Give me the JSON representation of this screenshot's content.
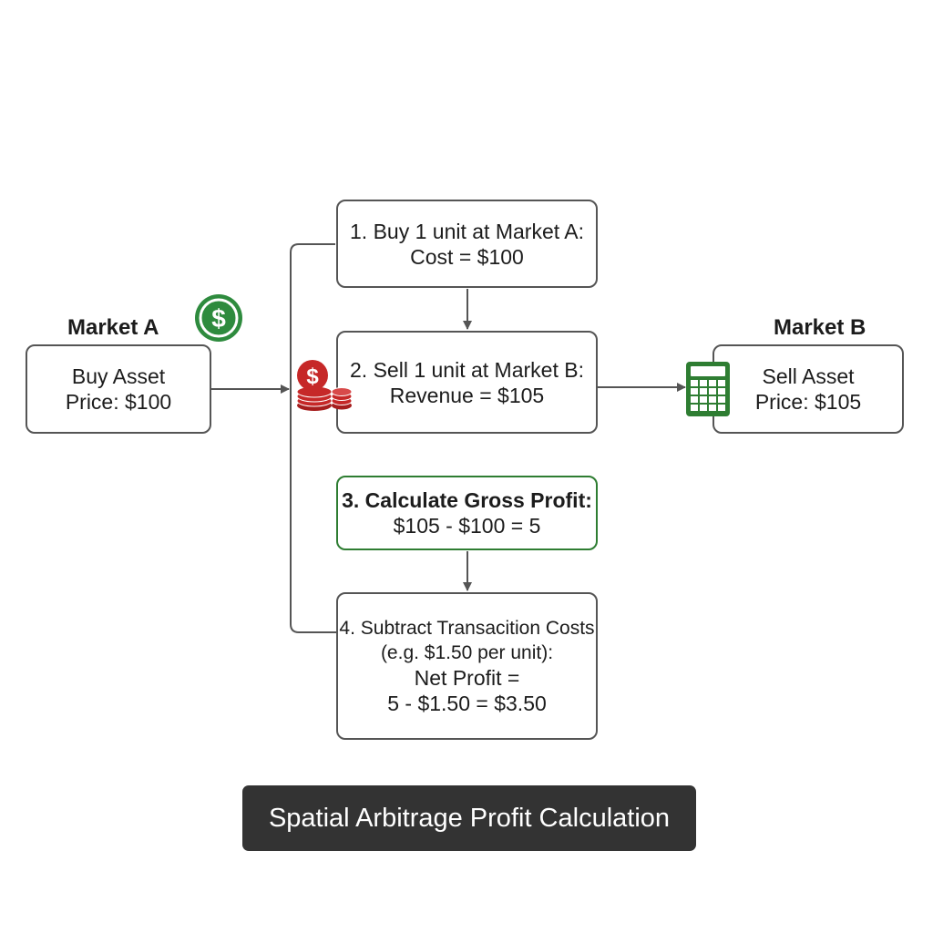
{
  "title": "Spatial Arbitrage Profit Calculation",
  "market_a": {
    "heading": "Market A",
    "line1": "Buy Asset",
    "line2": "Price: $100"
  },
  "market_b": {
    "heading": "Market B",
    "line1": "Sell Asset",
    "line2": "Price: $105"
  },
  "steps": [
    {
      "line1": "1. Buy 1 unit at Market A:",
      "line2": "Cost = $100"
    },
    {
      "line1": "2. Sell 1 unit at Market B:",
      "line2": "Revenue = $105"
    },
    {
      "line1": "3. Calculate Gross Profit:",
      "line2": "$105 - $100 = 5"
    },
    {
      "line1": "4. Subtract Transacition Costs",
      "line2": "(e.g. $1.50 per unit):",
      "line3": "Net Profit =",
      "line4": "5 - $1.50 = $3.50"
    }
  ],
  "icons": {
    "market_a": {
      "name": "dollar-circle-icon",
      "symbol": "$",
      "color": "#2e8b3e"
    },
    "coins": {
      "name": "coin-stack-icon",
      "symbol": "$",
      "color": "#c62828"
    },
    "market_b": {
      "name": "calculator-icon",
      "color": "#2e7d32"
    }
  },
  "colors": {
    "border": "#555555",
    "highlight_border": "#2e7d32",
    "title_bg": "#333333",
    "title_text": "#ffffff"
  }
}
